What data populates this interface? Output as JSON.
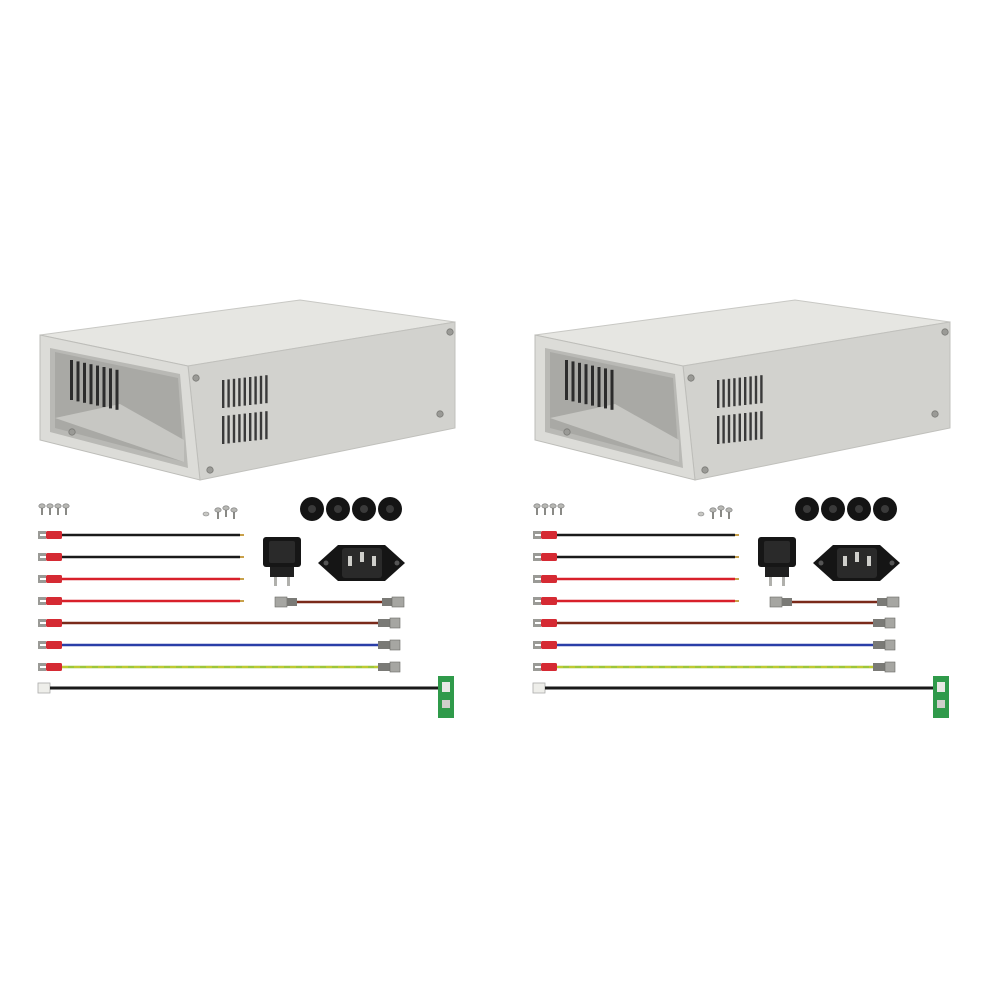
{
  "colors": {
    "background": "#ffffff",
    "enclosure_front": "#dcdcd8",
    "enclosure_top": "#e6e6e2",
    "enclosure_side": "#d2d2ce",
    "wire_black": "#1a1a1a",
    "wire_red": "#d8202a",
    "wire_brown": "#7a2a1a",
    "wire_blue": "#2a3ea8",
    "wire_yellow_green": "#9cc63a",
    "connector_red": "#d52a33",
    "pcb_green": "#2f9a4a"
  },
  "kits": [
    {
      "name": "kit-left",
      "parts": [
        "metal-enclosure",
        "screws",
        "rubber-feet",
        "rocker-switch",
        "ac-power-socket",
        "fork-terminal-wires",
        "spade-terminal-wires",
        "signal-cable-with-pcb"
      ]
    },
    {
      "name": "kit-right",
      "parts": [
        "metal-enclosure",
        "screws",
        "rubber-feet",
        "rocker-switch",
        "ac-power-socket",
        "fork-terminal-wires",
        "spade-terminal-wires",
        "signal-cable-with-pcb"
      ]
    }
  ]
}
